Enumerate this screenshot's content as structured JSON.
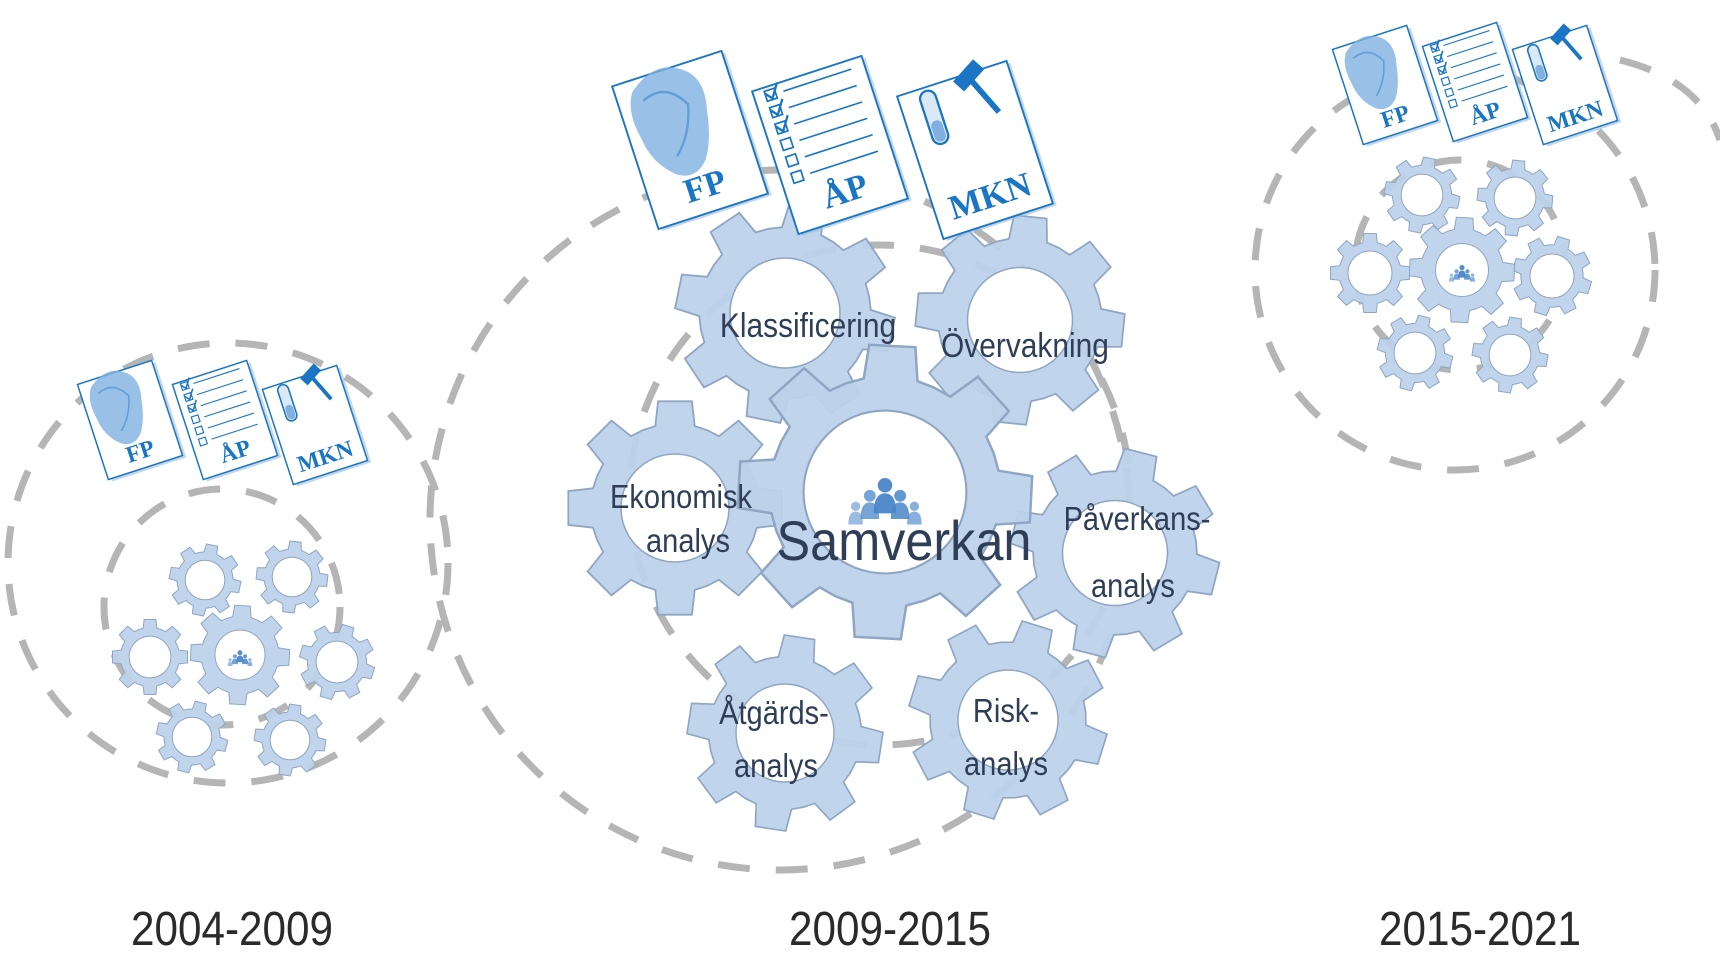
{
  "periods": [
    {
      "label": "2004-2009"
    },
    {
      "label": "2009-2015"
    },
    {
      "label": "2015-2021"
    }
  ],
  "documents": {
    "fp": "FP",
    "ap": "ÅP",
    "mkn": "MKN"
  },
  "center_label": "Samverkan",
  "gear_labels": {
    "klassificering": "Klassificering",
    "overvakning": "Övervakning",
    "ekonomisk_1": "Ekonomisk",
    "ekonomisk_2": "analys",
    "paverkans_1": "Påverkans-",
    "paverkans_2": "analys",
    "atgards_1": "Åtgärds-",
    "atgards_2": "analys",
    "risk_1": "Risk-",
    "risk_2": "analys"
  },
  "colors": {
    "gear_fill": "#bdd2ea",
    "gear_stroke": "#8ea6c4",
    "dash": "#b5b5b5",
    "doc_blue": "#1a76c4",
    "paper": "#ffffff",
    "people": "#4a86c9"
  },
  "icons": [
    "map-icon",
    "checklist-icon",
    "test-tube-icon",
    "gavel-icon",
    "people-icon",
    "gear-icon"
  ]
}
